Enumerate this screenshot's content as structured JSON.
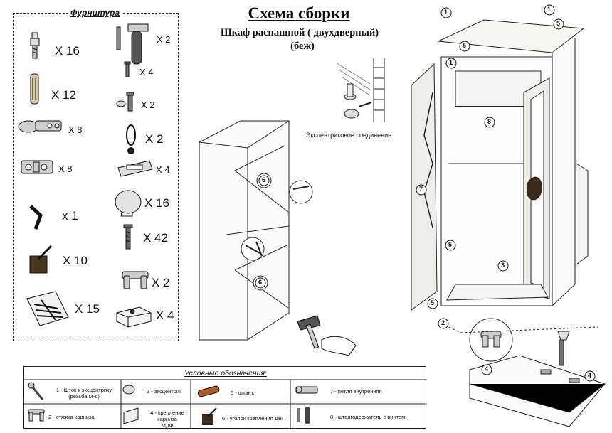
{
  "header": {
    "title": "Схема сборки",
    "subtitle_line1": "Шкаф распашной ( двухдверный)",
    "subtitle_line2": "(беж)"
  },
  "hardware": {
    "title": "Фурнитура",
    "items": [
      {
        "icon": "dowel-pin-icon",
        "qty": "X  16"
      },
      {
        "icon": "wood-dowel-icon",
        "qty": "X  12"
      },
      {
        "icon": "hinge-icon",
        "qty": "X 8"
      },
      {
        "icon": "hinge-plate-icon",
        "qty": "X  8"
      },
      {
        "icon": "hex-key-icon",
        "qty": "x 1"
      },
      {
        "icon": "corner-bracket-icon",
        "qty": "X  10"
      },
      {
        "icon": "nails-bag-icon",
        "qty": "X  15"
      },
      {
        "icon": "rod-holder-icon",
        "qty": "X 2"
      },
      {
        "icon": "small-screw-icon",
        "qty": "X 4"
      },
      {
        "icon": "screw-washer-icon",
        "qty": "X  2"
      },
      {
        "icon": "pendant-handle-icon",
        "qty": "X  2"
      },
      {
        "icon": "cornice-mount-icon",
        "qty": "X 4"
      },
      {
        "icon": "cap-icon",
        "qty": "X  16"
      },
      {
        "icon": "wood-screw-icon",
        "qty": "X  42"
      },
      {
        "icon": "cornice-tie-icon",
        "qty": "X  2"
      },
      {
        "icon": "support-block-icon",
        "qty": "X  4"
      }
    ]
  },
  "diagram": {
    "eccentric_caption": "Эксцентриковое соединение",
    "callouts": [
      "1",
      "1",
      "1",
      "2",
      "3",
      "4",
      "4",
      "5",
      "5",
      "5",
      "5",
      "6",
      "6",
      "7",
      "8"
    ]
  },
  "legend": {
    "title": "Условные обозначения:",
    "items": [
      {
        "num": "1",
        "text": "1 - Шток к эксцентрику",
        "text2": "(резьба М-6)"
      },
      {
        "num": "2",
        "text": "2 - стяжка карниза",
        "text2": ""
      },
      {
        "num": "3",
        "text": "3 - эксцентрик",
        "text2": ""
      },
      {
        "num": "4",
        "text": "4 - крепление карниза",
        "text2": "МДФ"
      },
      {
        "num": "5",
        "text": "5 - шкант.",
        "text2": ""
      },
      {
        "num": "6",
        "text": "6 - уголок крепления ДВП",
        "text2": ""
      },
      {
        "num": "7",
        "text": "7 - петля внутренняя",
        "text2": ""
      },
      {
        "num": "8",
        "text": "8 - штангодержатель с винтом",
        "text2": ""
      }
    ]
  },
  "colors": {
    "ink": "#111111",
    "panel": "#f4f1ea",
    "door": "#e9e6df",
    "dark": "#3a2b1c",
    "wood": "#b05a2a"
  }
}
